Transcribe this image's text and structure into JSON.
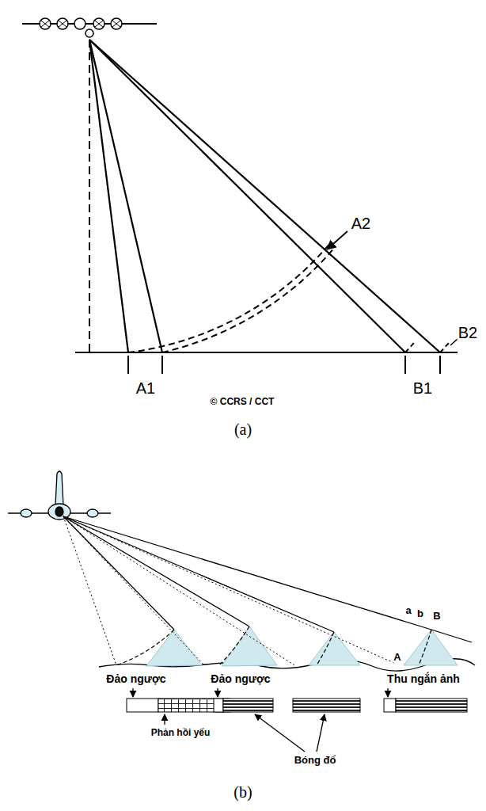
{
  "diagram": {
    "labels": [
      "A2",
      "B2",
      "A1",
      "B1",
      "© CCRS / CCT",
      "(a)",
      "a",
      "b",
      "B",
      "A",
      "Đảo ngược",
      "Đảo ngược",
      "Thu ngắn ảnh",
      "Phản hồi yếu",
      "Bóng đổ",
      "(b)"
    ]
  }
}
